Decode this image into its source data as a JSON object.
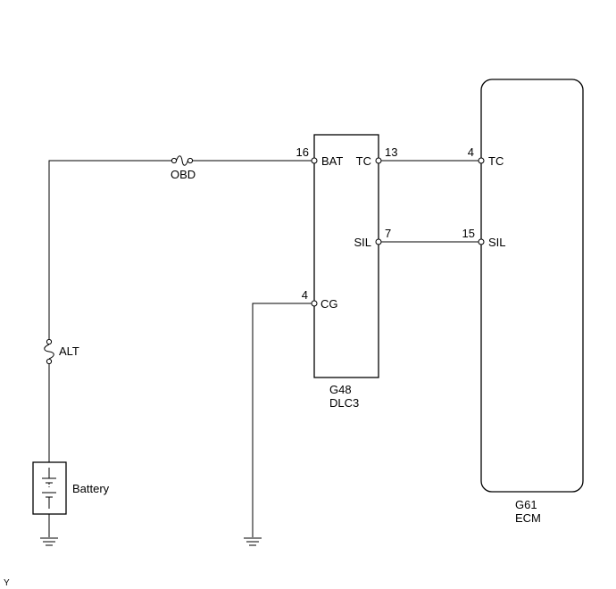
{
  "components": {
    "obd_fuse": {
      "label": "OBD"
    },
    "alt_fuse": {
      "label": "ALT"
    },
    "battery": {
      "label": "Battery"
    },
    "dlc3": {
      "code": "G48",
      "name": "DLC3",
      "pins": [
        {
          "num": "16",
          "name": "BAT"
        },
        {
          "num": "13",
          "name": "TC"
        },
        {
          "num": "7",
          "name": "SIL"
        },
        {
          "num": "4",
          "name": "CG"
        }
      ]
    },
    "ecm": {
      "code": "G61",
      "name": "ECM",
      "pins": [
        {
          "num": "4",
          "name": "TC"
        },
        {
          "num": "15",
          "name": "SIL"
        }
      ]
    }
  },
  "corner_mark": "Y"
}
